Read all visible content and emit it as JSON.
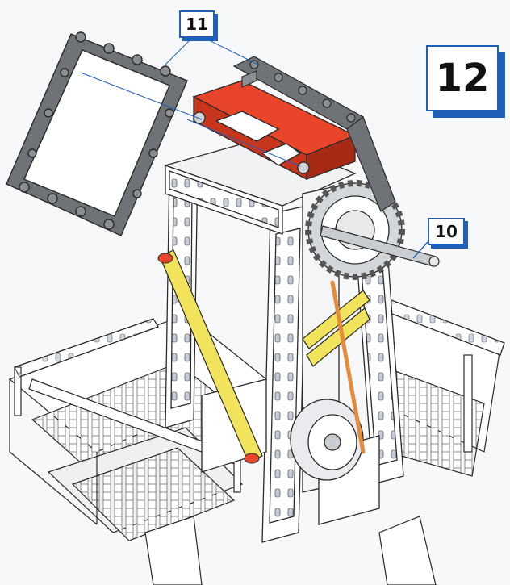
{
  "step": {
    "number": "12"
  },
  "callouts": [
    {
      "id": "part-11",
      "label": "11"
    },
    {
      "id": "part-10",
      "label": "10"
    }
  ],
  "colors": {
    "frame_grey": "#6f7377",
    "structure_white": "#ffffff",
    "outline": "#2a2a2a",
    "red_parts": "#e8452a",
    "yellow_struts": "#f2e35c",
    "orange_rod": "#e58b3c",
    "callout_blue": "#1f5fb8"
  },
  "icons": {
    "step": "step-number-badge",
    "parts": "part-callout-label"
  }
}
